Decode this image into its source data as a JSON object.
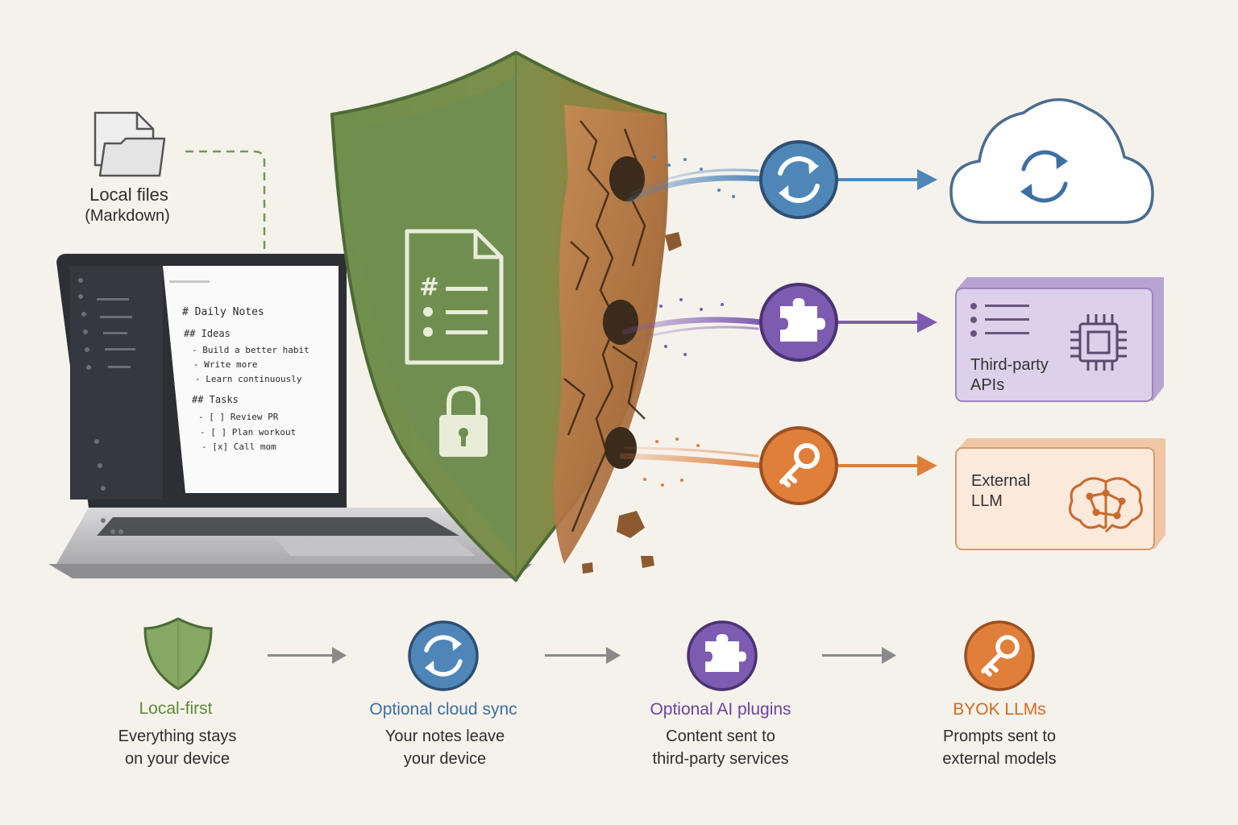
{
  "local_files": {
    "title": "Local files",
    "subtitle": "(Markdown)"
  },
  "editor": {
    "heading": "# Daily Notes",
    "ideas_heading": "## Ideas",
    "ideas": [
      "- Build a better habit",
      "- Write more",
      "- Learn continuously"
    ],
    "tasks_heading": "## Tasks",
    "tasks": [
      "- [ ] Review PR",
      "- [ ] Plan workout",
      "- [x] Call mom"
    ]
  },
  "shield": {
    "doc_symbol": "#"
  },
  "flows": [
    {
      "name": "cloud-sync",
      "color": "#4f86b8",
      "icon": "sync-icon"
    },
    {
      "name": "ai-plugins",
      "color": "#7c5bb0",
      "icon": "puzzle-icon"
    },
    {
      "name": "byok-llm",
      "color": "#e07f3a",
      "icon": "key-icon"
    }
  ],
  "destinations": {
    "apis": {
      "label_line1": "Third-party",
      "label_line2": "APIs",
      "icon": "chip-icon"
    },
    "llm": {
      "label_line1": "External",
      "label_line2": "LLM",
      "icon": "brain-icon"
    }
  },
  "steps": [
    {
      "title": "Local-first",
      "desc_line1": "Everything stays",
      "desc_line2": "on your device",
      "color": "#5f8a3a",
      "icon": "shield-icon"
    },
    {
      "title": "Optional cloud sync",
      "desc_line1": "Your notes leave",
      "desc_line2": "your device",
      "color": "#3e6fa3",
      "icon": "sync-icon"
    },
    {
      "title": "Optional AI plugins",
      "desc_line1": "Content sent to",
      "desc_line2": "third-party services",
      "color": "#6a45a0",
      "icon": "puzzle-icon"
    },
    {
      "title": "BYOK LLMs",
      "desc_line1": "Prompts sent to",
      "desc_line2": "external models",
      "color": "#d36a22",
      "icon": "key-icon"
    }
  ]
}
